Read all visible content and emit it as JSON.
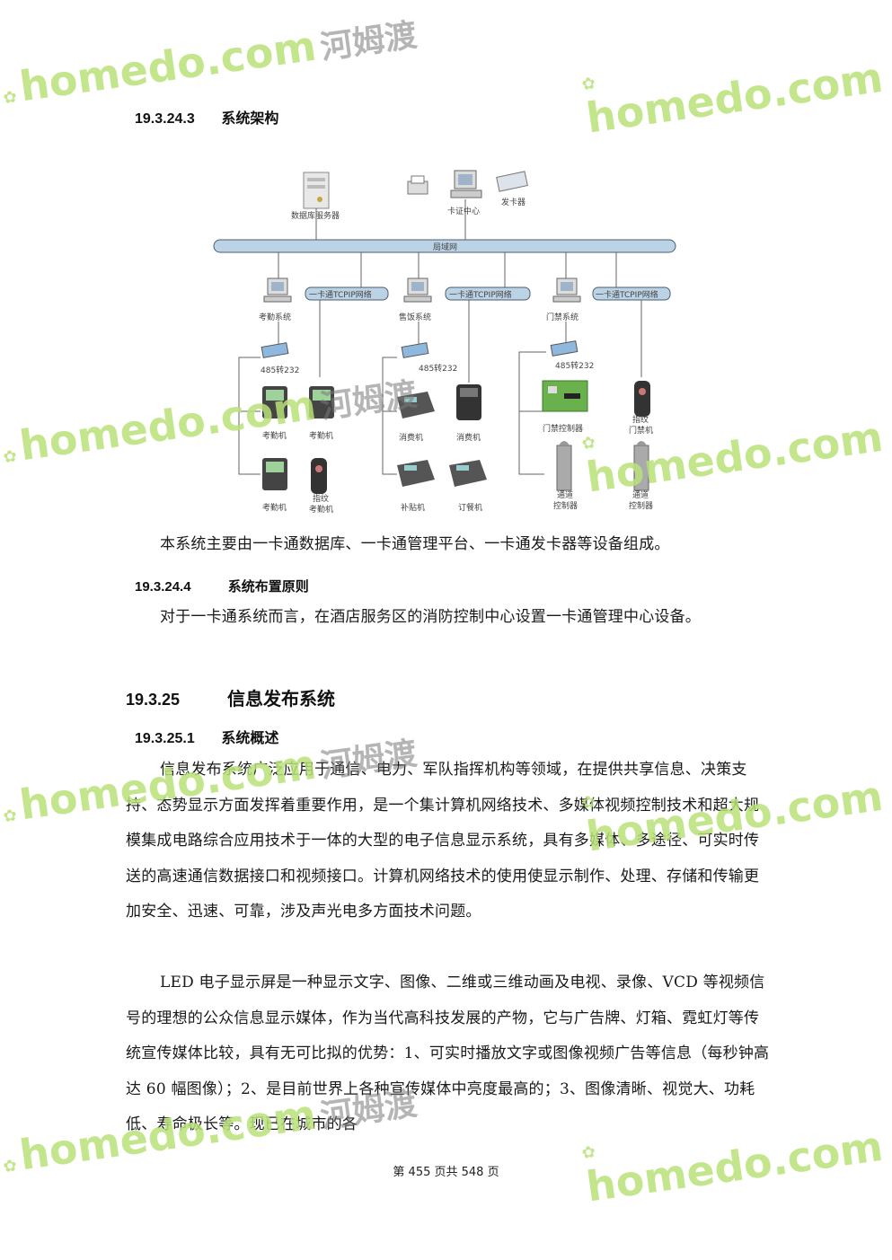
{
  "sec_19_3_24_3": {
    "num": "19.3.24.3",
    "title": "系统架构"
  },
  "diagram": {
    "db_server": "数据库服务器",
    "card_center": "卡证中心",
    "card_issuer": "发卡器",
    "lan": "局域网",
    "tcpip_1": "一卡通TCPIP网络",
    "tcpip_2": "一卡通TCPIP网络",
    "tcpip_3": "一卡通TCPIP网络",
    "attendance_system": "考勤系统",
    "meal_system": "售饭系统",
    "access_system": "门禁系统",
    "conv_1": "485转232",
    "conv_2": "485转232",
    "conv_3": "485转232",
    "attend_1": "考勤机",
    "attend_2": "考勤机",
    "attend_3": "考勤机",
    "finger_attend_1": "指纹",
    "finger_attend_2": "考勤机",
    "pos_1": "消费机",
    "pos_2": "消费机",
    "subsidy": "补贴机",
    "order": "订餐机",
    "access_ctrl": "门禁控制器",
    "finger_door_1": "指纹",
    "finger_door_2": "门禁机",
    "gate1_1": "通道",
    "gate1_2": "控制器",
    "gate2_1": "通道",
    "gate2_2": "控制器"
  },
  "para_arch": "本系统主要由一卡通数据库、一卡通管理平台、一卡通发卡器等设备组成。",
  "sec_19_3_24_4": {
    "num": "19.3.24.4",
    "title": "系统布置原则"
  },
  "para_layout": "对于一卡通系统而言，在酒店服务区的消防控制中心设置一卡通管理中心设备。",
  "sec_19_3_25": {
    "num": "19.3.25",
    "title": "信息发布系统"
  },
  "sec_19_3_25_1": {
    "num": "19.3.25.1",
    "title": "系统概述"
  },
  "para_overview": "信息发布系统广泛应用于通信、电力、军队指挥机构等领域，在提供共享信息、决策支持、态势显示方面发挥着重要作用，是一个集计算机网络技术、多媒体视频控制技术和超大规模集成电路综合应用技术于一体的大型的电子信息显示系统，具有多媒体、多途径、可实时传送的高速通信数据接口和视频接口。计算机网络技术的使用使显示制作、处理、存储和传输更加安全、迅速、可靠，涉及声光电多方面技术问题。",
  "para_led": "LED 电子显示屏是一种显示文字、图像、二维或三维动画及电视、录像、VCD 等视频信号的理想的公众信息显示媒体，作为当代高科技发展的产物，它与广告牌、灯箱、霓虹灯等传统宣传媒体比较，具有无可比拟的优势：1、可实时播放文字或图像视频广告等信息（每秒钟高达 60 幅图像）；2、是目前世界上各种宣传媒体中亮度最高的；3、图像清晰、视觉大、功耗低、寿命极长等。现已在城市的各",
  "footer": "第 455 页共 548 页",
  "watermark": {
    "brand": "homedo.com",
    "cn": "河姆渡"
  },
  "colors": {
    "watermark_green": "#b9e27a",
    "watermark_blue": "#6ec6ea",
    "bus": "#bcd3e6"
  }
}
